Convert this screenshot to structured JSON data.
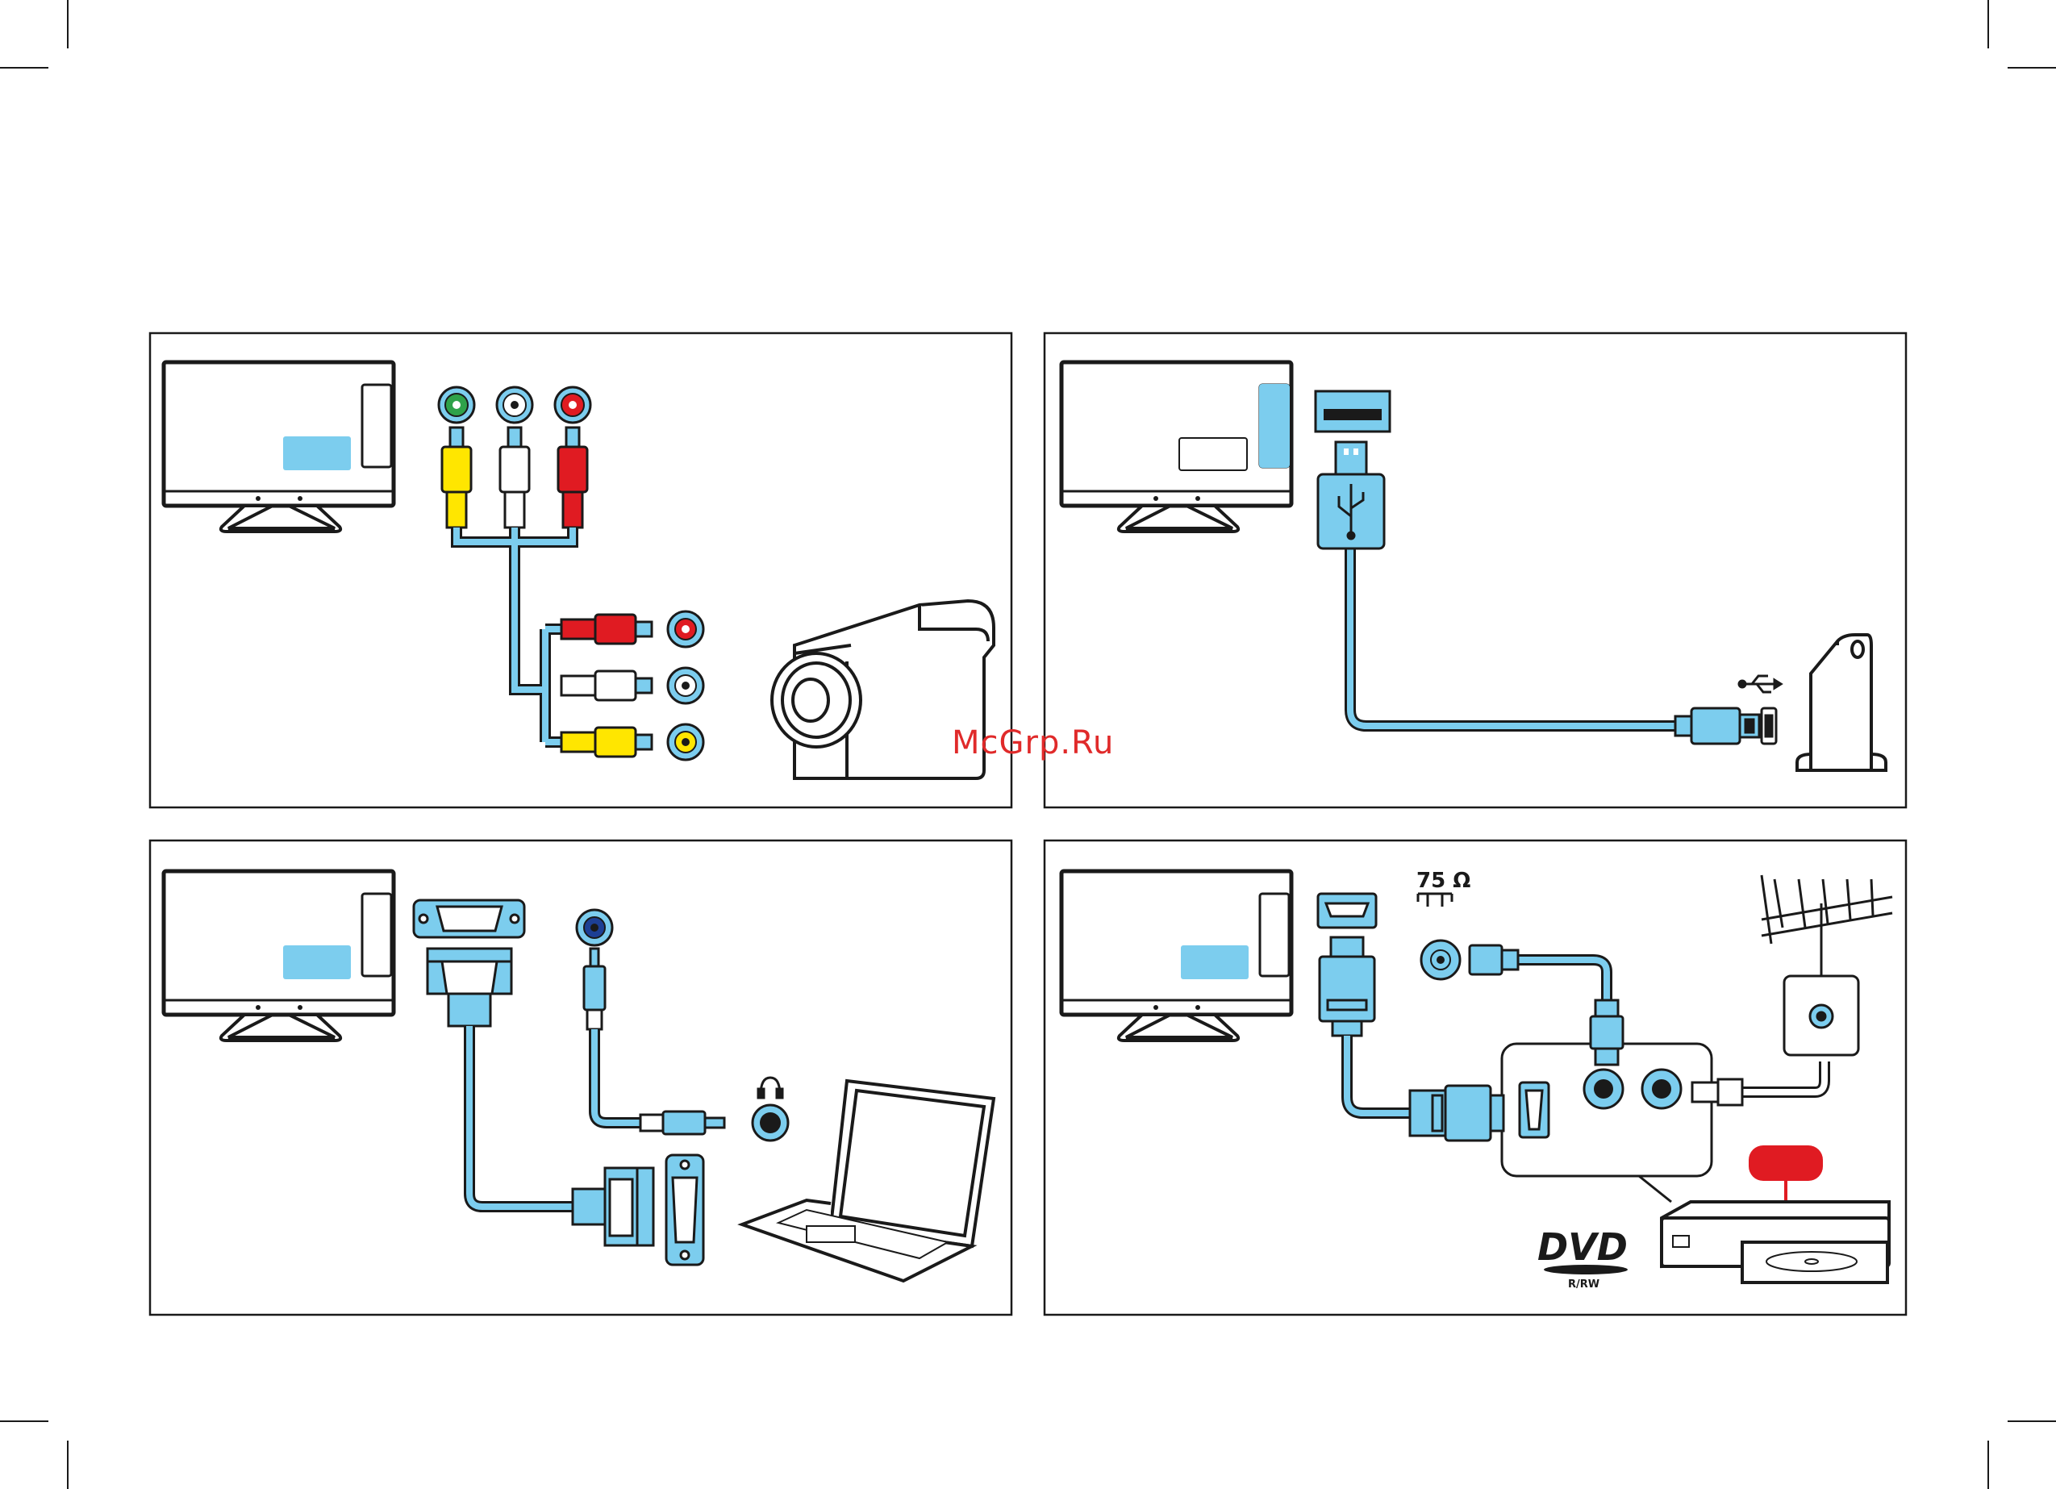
{
  "watermark": "McGrp.Ru",
  "colors": {
    "accent_blue": "#7ccdee",
    "outline": "#1a1a1a",
    "rca_red": "#e01b22",
    "rca_yellow": "#ffe600",
    "rca_white": "#ffffff",
    "rca_green": "#2fa24a",
    "audio_blue": "#1d3f94",
    "watermark": "#e02a2a"
  },
  "panels": [
    {
      "id": "composite-av",
      "devices": [
        "tv",
        "rca-jacks",
        "rca-cable",
        "camcorder"
      ]
    },
    {
      "id": "usb",
      "devices": [
        "tv",
        "usb-port",
        "usb-cable",
        "usb-drive"
      ]
    },
    {
      "id": "vga-audio",
      "devices": [
        "tv",
        "vga-port",
        "audio-jack",
        "vga-cable",
        "laptop"
      ]
    },
    {
      "id": "hdmi-antenna",
      "devices": [
        "tv",
        "hdmi-port",
        "antenna-port",
        "recorder",
        "antenna"
      ]
    }
  ],
  "antenna_label": "75 Ω",
  "dvd_logo": {
    "text": "DVD",
    "sub": "R/RW"
  }
}
